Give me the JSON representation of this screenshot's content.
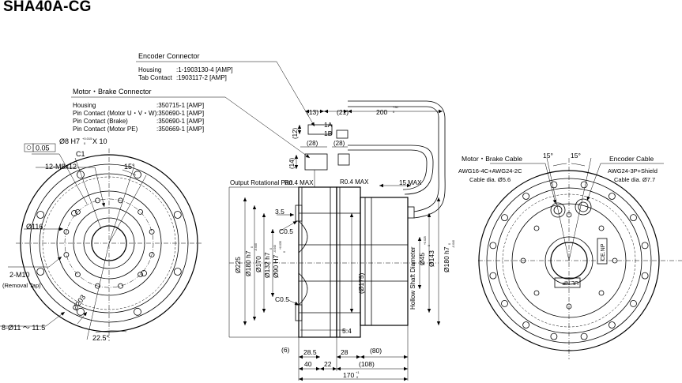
{
  "title": "SHA40A-CG",
  "encoder_connector": {
    "heading": "Encoder Connector",
    "rows": [
      {
        "label": "Housing",
        "value": ":1-1903130-4 [AMP]"
      },
      {
        "label": "Tab Contact",
        "value": ":1903117-2    [AMP]"
      }
    ]
  },
  "motor_brake_connector": {
    "heading": "Motor・Brake Connector",
    "rows": [
      {
        "label": "Housing",
        "value": ":350715-1 [AMP]"
      },
      {
        "label": "Pin Contact (Motor U・V・W)",
        "value": ":350690-1 [AMP]"
      },
      {
        "label": "Pin Contact (Brake)",
        "value": ":350690-1 [AMP]"
      },
      {
        "label": "Pin Contact (Motor PE)",
        "value": ":350669-1 [AMP]"
      }
    ]
  },
  "left_view": {
    "flatness": "0.05",
    "bore_tol": "Ø8 H7",
    "bore_tol_upper": "+0.015",
    "bore_tol_lower": "0",
    "bore_depth": "X 10",
    "c1": "C1",
    "thread": "12-M8x12",
    "angle_top": "15°",
    "dia_116": "Ø116",
    "removal_tap": "2-M10",
    "removal_tap_note": "(Removal Tap)",
    "dia_203": "Ø203",
    "holes": "8-Ø11 ～ 11.5",
    "angle_bottom": "22.5°"
  },
  "side_view": {
    "output_part": "Output Rotational Part",
    "r_left": "R0.4 MAX",
    "r_right": "R0.4 MAX",
    "max15": "15 MAX",
    "d13": "(13)",
    "d21": "(21)",
    "d200": "200",
    "d200_tol_upper": "+30",
    "d200_tol_lower": "0",
    "pin1a": "1A",
    "pin1b": "1B",
    "d12": "(12)",
    "d28a": "(28)",
    "d28b": "(28)",
    "d14": "(14)",
    "d35": "3.5",
    "c05a": "C0.5",
    "c05b": "C0.5",
    "dia225": "Ø225",
    "dia180h7": "Ø180 h7",
    "dia180h7_tol_upper": "0",
    "dia180h7_tol_lower": "-0.040",
    "dia170": "Ø170",
    "dia132h7": "Ø132 h7",
    "dia132h7_tol_upper": "0",
    "dia132h7_tol_lower": "-0.040",
    "dia90h7": "Ø90 H7",
    "dia90h7_tol_upper": "+0.035",
    "dia90h7_tol_lower": "0",
    "dia175": "(Ø175)",
    "hollow": "Hollow Shaft Diameter",
    "dia45": "Ø45",
    "dia45_tol_upper": "+0.025",
    "dia45_tol_lower": "0",
    "dia143": "Ø143",
    "dia180h7b": "Ø180 h7",
    "dia180h7b_tol_upper": "0",
    "dia180h7b_tol_lower": "-0.040",
    "d54": "5.4",
    "d6": "(6)",
    "d285": "28.5",
    "d28": "28",
    "d80": "(80)",
    "d40": "40",
    "d22": "22",
    "d108": "(108)",
    "d170": "170",
    "d170_tol_upper": "+1",
    "d170_tol_lower": "0"
  },
  "right_view": {
    "motor_cable": "Motor・Brake Cable",
    "motor_cable_spec": "AWG16-4C+AWG24-2C",
    "motor_cable_dia": "Cable dia. Ø5.6",
    "encoder_cable": "Encoder Cable",
    "encoder_cable_spec": "AWG24-3P+Shield",
    "encoder_cable_dia": "Cable dia. Ø7.7",
    "angle_a": "15°",
    "angle_b": "15°",
    "label_ce": "CE.NP",
    "label_ul": "UL.NP"
  }
}
